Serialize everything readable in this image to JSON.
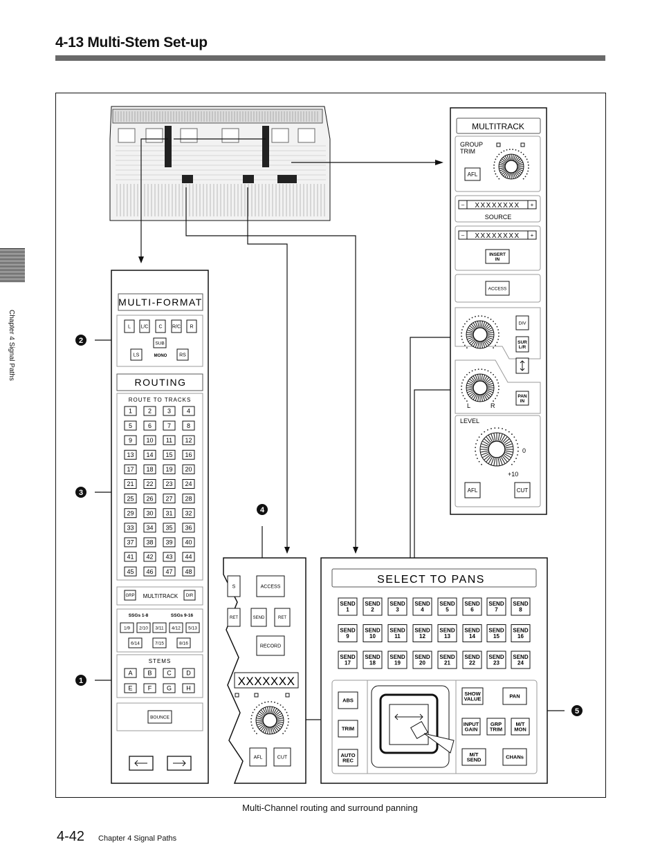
{
  "header": {
    "title": "4-13 Multi-Stem Set-up"
  },
  "sidebar": {
    "chapter_label": "Chapter 4 Signal Paths"
  },
  "figure": {
    "caption": "Multi-Channel routing and surround panning",
    "callouts": [
      "2",
      "3",
      "1",
      "4",
      "5"
    ],
    "multiformat": {
      "title": "MULTI-FORMAT",
      "buttons": [
        "L",
        "L/C",
        "C",
        "R/C",
        "R"
      ],
      "sub": "SUB",
      "ls": "LS",
      "mono": "MONO",
      "rs": "RS"
    },
    "routing": {
      "title": "ROUTING",
      "subtitle": "ROUTE TO TRACKS",
      "tracks": [
        "1",
        "2",
        "3",
        "4",
        "5",
        "6",
        "7",
        "8",
        "9",
        "10",
        "11",
        "12",
        "13",
        "14",
        "15",
        "16",
        "17",
        "18",
        "19",
        "20",
        "21",
        "22",
        "23",
        "24",
        "25",
        "26",
        "27",
        "28",
        "29",
        "30",
        "31",
        "32",
        "33",
        "34",
        "35",
        "36",
        "37",
        "38",
        "39",
        "40",
        "41",
        "42",
        "43",
        "44",
        "45",
        "46",
        "47",
        "48"
      ]
    },
    "multitrack_row": {
      "grp": "GRP",
      "label": "MULTITRACK",
      "dir": "DIR"
    },
    "ssg": {
      "label_a": "SSGs 1-8",
      "label_b": "SSGs 9-16",
      "buttons": [
        "1/9",
        "2/10",
        "3/11",
        "4/12",
        "5/13",
        "6/14",
        "7/15",
        "8/16"
      ]
    },
    "stems": {
      "title": "STEMS",
      "buttons": [
        "A",
        "B",
        "C",
        "D",
        "E",
        "F",
        "G",
        "H"
      ]
    },
    "bounce": "BOUNCE",
    "multitrack_panel": {
      "title": "MULTITRACK",
      "group_trim": "GROUP TRIM",
      "afl": "AFL",
      "display_text": "XXXXXXXX",
      "minus": "–",
      "plus": "+",
      "source": "SOURCE",
      "insert_in": "INSERT IN",
      "access": "ACCESS",
      "div": "DIV",
      "sur_lr": "SUR L/R",
      "pan_in": "PAN IN",
      "l": "L",
      "r": "R",
      "level": "LEVEL",
      "zero": "0",
      "plus10": "+10",
      "cut": "CUT"
    },
    "mid_panel": {
      "s": "S",
      "access": "ACCESS",
      "ret_left": "RET",
      "send": "SEND",
      "ret_right": "RET",
      "record": "RECORD",
      "display": "XXXXXXX",
      "afl": "AFL",
      "cut": "CUT"
    },
    "select_to_pans": {
      "title": "SELECT TO PANS",
      "sends": [
        "SEND 1",
        "SEND 2",
        "SEND 3",
        "SEND 4",
        "SEND 5",
        "SEND 6",
        "SEND 7",
        "SEND 8",
        "SEND 9",
        "SEND 10",
        "SEND 11",
        "SEND 12",
        "SEND 13",
        "SEND 14",
        "SEND 15",
        "SEND 16",
        "SEND 17",
        "SEND 18",
        "SEND 19",
        "SEND 20",
        "SEND 21",
        "SEND 22",
        "SEND 23",
        "SEND 24"
      ],
      "left_buttons": [
        "ABS",
        "TRIM",
        "AUTO REC"
      ],
      "right_buttons": [
        "SHOW VALUE",
        "PAN",
        "INPUT GAIN",
        "GRP TRIM",
        "M/T MON",
        "M/T SEND",
        "CHANs"
      ]
    }
  },
  "footer": {
    "page_number": "4-42",
    "chapter": "Chapter 4   Signal Paths"
  }
}
